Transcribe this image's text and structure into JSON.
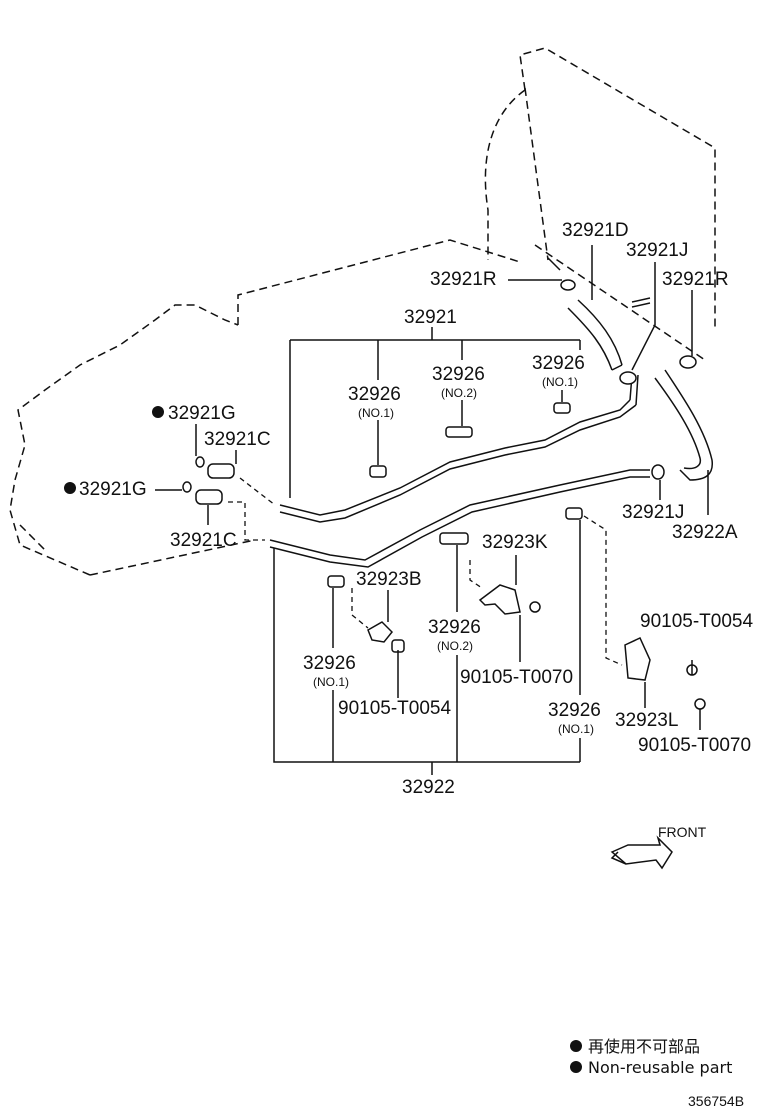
{
  "labels": {
    "p32921D": "32921D",
    "p32921J_top": "32921J",
    "p32921R_left": "32921R",
    "p32921R_right": "32921R",
    "p32921": "32921",
    "p32926_a": "32926",
    "p32926_a_sub": "(NO.1)",
    "p32926_b": "32926",
    "p32926_b_sub": "(NO.2)",
    "p32926_c": "32926",
    "p32926_c_sub": "(NO.1)",
    "p32921G_top": "32921G",
    "p32921C_top": "32921C",
    "p32921G_bottom": "32921G",
    "p32921C_bottom": "32921C",
    "p32921J_bottom": "32921J",
    "p32922A": "32922A",
    "p32923K": "32923K",
    "p32923B": "32923B",
    "p32926_d": "32926",
    "p32926_d_sub": "(NO.2)",
    "p90105_T0070_mid": "90105-T0070",
    "p32926_e": "32926",
    "p32926_e_sub": "(NO.1)",
    "p90105_T0054_left": "90105-T0054",
    "p90105_T0054_right": "90105-T0054",
    "p32926_f": "32926",
    "p32926_f_sub": "(NO.1)",
    "p32923L": "32923L",
    "p90105_T0070_right": "90105-T0070",
    "p32922": "32922",
    "front": "FRONT"
  },
  "legend": {
    "line1": "再使用不可部品",
    "line2": "Non-reusable part"
  },
  "figure_id": "356754B"
}
